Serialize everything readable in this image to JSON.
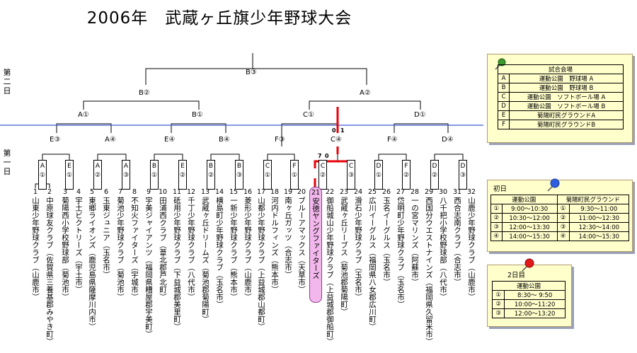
{
  "title": "2006年　武蔵ヶ丘旗少年野球大会",
  "round_labels": {
    "second": "第二日",
    "first": "第一日"
  },
  "nodes": {
    "final": "B③",
    "semi_left": "B②",
    "semi_right": "A②",
    "qf_1": "A①",
    "qf_2": "B①",
    "qf_3": "C①",
    "qf_4": "D①",
    "r2_1": "E③",
    "r2_2": "A④",
    "r2_3": "E④",
    "r2_4": "B④",
    "r2_5": "F③",
    "r2_6": "C④",
    "r2_7": "F④",
    "r2_8": "D④"
  },
  "scores": {
    "qf3_left": "0",
    "qf3_right": "1",
    "r2_6_left": "7",
    "r2_6_right": "0"
  },
  "first_round_boxes": [
    {
      "field": "A",
      "slot": "①"
    },
    {
      "field": "E",
      "slot": "①"
    },
    {
      "field": "A",
      "slot": "②"
    },
    {
      "field": "A",
      "slot": "③"
    },
    {
      "field": "B",
      "slot": "①"
    },
    {
      "field": "E",
      "slot": "②"
    },
    {
      "field": "B",
      "slot": "②"
    },
    {
      "field": "B",
      "slot": "③"
    },
    {
      "field": "C",
      "slot": "①"
    },
    {
      "field": "F",
      "slot": "①"
    },
    {
      "field": "C",
      "slot": "②"
    },
    {
      "field": "C",
      "slot": "③"
    },
    {
      "field": "D",
      "slot": "①"
    },
    {
      "field": "F",
      "slot": "②"
    },
    {
      "field": "D",
      "slot": "②"
    },
    {
      "field": "D",
      "slot": "③"
    }
  ],
  "teams": [
    {
      "num": "1",
      "name": "山東少年野球クラブ（山鹿市）"
    },
    {
      "num": "2",
      "name": "中原球友クラブ（佐賀県三養基郡みやき町）"
    },
    {
      "num": "3",
      "name": "菊陽西小学校野球部（菊池市）"
    },
    {
      "num": "4",
      "name": "宇土ビクトリーズ（宇土市）"
    },
    {
      "num": "5",
      "name": "東郷ライオンズ（鹿児島県薩摩川内市）"
    },
    {
      "num": "6",
      "name": "玉東ジュニア（玉名市）"
    },
    {
      "num": "7",
      "name": "菊池少年野球クラブ（菊池市）"
    },
    {
      "num": "8",
      "name": "不知火ファイターズ（宇城市）"
    },
    {
      "num": "9",
      "name": "宇美ジャイアンツ（福岡県糟屋郡宇美町）"
    },
    {
      "num": "10",
      "name": "田浦西クラブ（葦北郡芦北町）"
    },
    {
      "num": "11",
      "name": "砥用少年野球クラブ（下益城郡美里町）"
    },
    {
      "num": "12",
      "name": "千丁少年野球クラブ（八代市）"
    },
    {
      "num": "13",
      "name": "武蔵ヶ丘ドリームズ（菊池郡菊陽町）"
    },
    {
      "num": "14",
      "name": "横島町少年野球クラブ（玉名市）"
    },
    {
      "num": "15",
      "name": "一新少年野球クラブ（熊本市）"
    },
    {
      "num": "16",
      "name": "菱形少年野球クラブ（山鹿市）"
    },
    {
      "num": "17",
      "name": "山都少年野球クラブ（上益城郡山都町）"
    },
    {
      "num": "18",
      "name": "河内ドルフィンズ（熊本市）"
    },
    {
      "num": "19",
      "name": "南ヶ丘ガッツ（合志市）"
    },
    {
      "num": "20",
      "name": "ブルーアマックス（天草市）"
    },
    {
      "num": "21",
      "name": "安徳ヤングファイターズ"
    },
    {
      "num": "22",
      "name": "御船城山少年野球クラブ（上益城郡御船町）"
    },
    {
      "num": "23",
      "name": "武蔵ヶ丘リーブス（菊池郡菊陽町）"
    },
    {
      "num": "24",
      "name": "滑石少年野球クラブ（玉名市）"
    },
    {
      "num": "25",
      "name": "広川イーグルス（福岡県八女郡広川町）"
    },
    {
      "num": "26",
      "name": "玉名イーグルス（玉名市）"
    },
    {
      "num": "27",
      "name": "岱明町少年野球クラブ（玉名市）"
    },
    {
      "num": "28",
      "name": "一の宮マリンズ（阿蘇市）"
    },
    {
      "num": "29",
      "name": "西国分ウエストナインズ（福岡県久留米市）"
    },
    {
      "num": "30",
      "name": "八千把小学校野球部（八代市）"
    },
    {
      "num": "31",
      "name": "西合志南クラブ（合志市）"
    },
    {
      "num": "32",
      "name": "山鹿少年野球クラブ（山鹿市）"
    }
  ],
  "venues": {
    "title": "試合会場",
    "rows": [
      {
        "key": "A",
        "name": "運動公園　野球場 A"
      },
      {
        "key": "B",
        "name": "運動公園　野球場 B"
      },
      {
        "key": "C",
        "name": "運動公園　ソフトボール場 A"
      },
      {
        "key": "D",
        "name": "運動公園　ソフトボール場 B"
      },
      {
        "key": "E",
        "name": "菊陽町民グラウンドA"
      },
      {
        "key": "F",
        "name": "菊陽町民グラウンドB"
      }
    ]
  },
  "day1": {
    "title": "初日",
    "col1": "運動公園",
    "col2": "菊陽町民グラウンド",
    "rows": [
      {
        "n1": "①",
        "t1": "9:00～10:30",
        "n2": "①",
        "t2": "9:30～11:00"
      },
      {
        "n1": "②",
        "t1": "10:30～12:00",
        "n2": "②",
        "t2": "11:00～12:30"
      },
      {
        "n1": "③",
        "t1": "12:00～13:30",
        "n2": "③",
        "t2": "12:30～14:00"
      },
      {
        "n1": "④",
        "t1": "14:00～15:30",
        "n2": "④",
        "t2": "14:00～15:30"
      }
    ]
  },
  "day2": {
    "title": "2日目",
    "col1": "運動公園",
    "rows": [
      {
        "n": "①",
        "t": "8:30～ 9:50"
      },
      {
        "n": "②",
        "t": "10:00～11:20"
      },
      {
        "n": "③",
        "t": "12:00～13:20"
      }
    ]
  },
  "colors": {
    "winner_path": "#e8000a",
    "winner_fill": "#f2b8ec",
    "round_divider": "#3f5bd6",
    "panel_bg": "#ffffcc"
  }
}
